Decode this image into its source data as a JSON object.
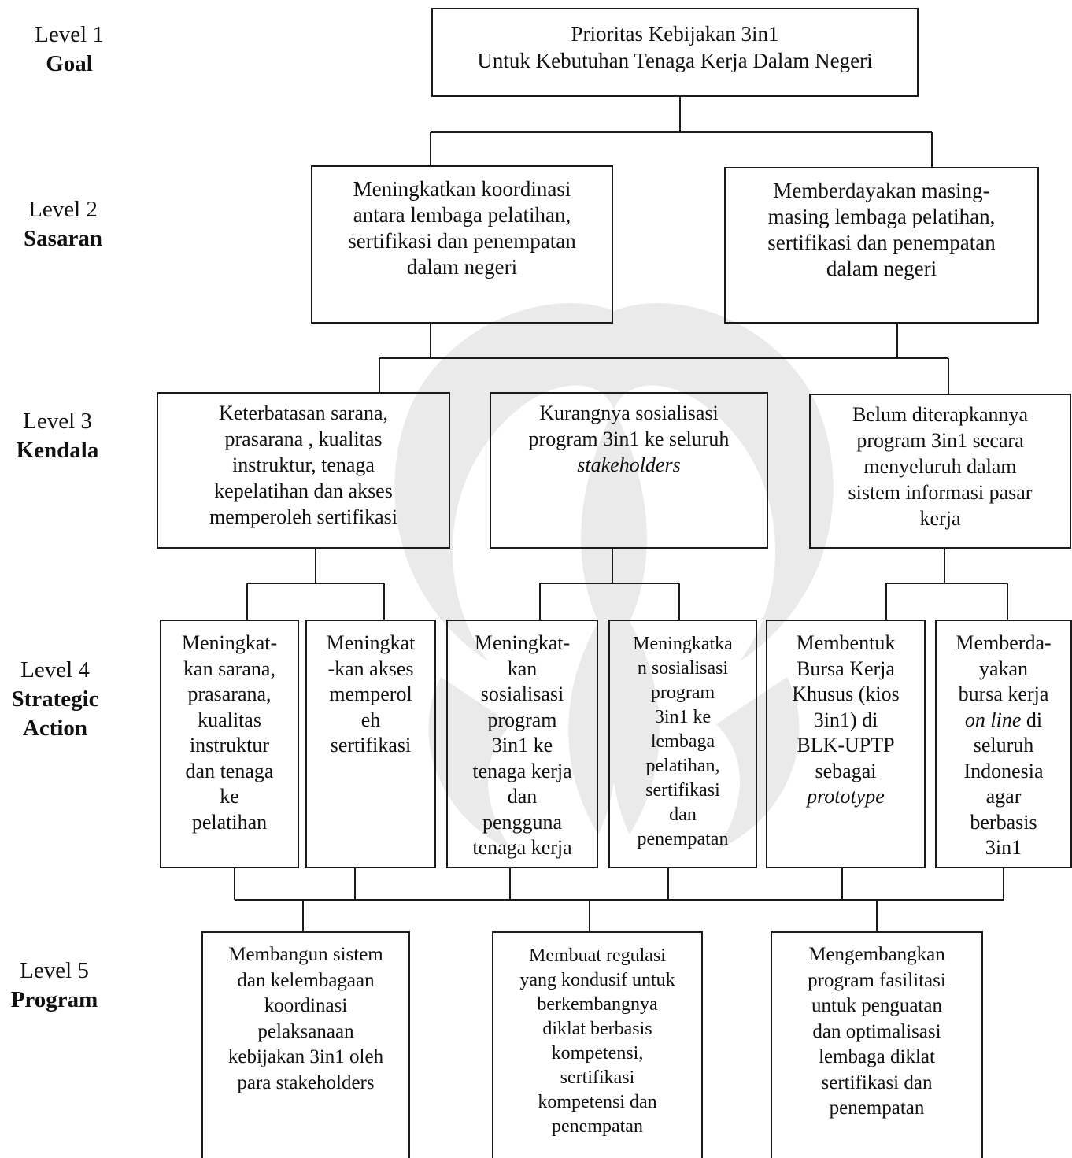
{
  "levels": [
    {
      "level": "Level 1",
      "name": "Goal"
    },
    {
      "level": "Level 2",
      "name": "Sasaran"
    },
    {
      "level": "Level 3",
      "name": "Kendala"
    },
    {
      "level": "Level 4",
      "name": [
        "Strategic",
        "Action"
      ]
    },
    {
      "level": "Level 5",
      "name": "Program"
    }
  ],
  "goal": {
    "lines": [
      "Prioritas Kebijakan 3in1",
      "Untuk Kebutuhan Tenaga Kerja Dalam Negeri"
    ]
  },
  "sasaran": [
    {
      "lines": [
        "Meningkatkan koordinasi",
        "antara lembaga pelatihan,",
        "sertifikasi dan penempatan",
        "dalam negeri"
      ]
    },
    {
      "lines": [
        "Memberdayakan masing-",
        "masing lembaga pelatihan,",
        "sertifikasi dan penempatan",
        "dalam negeri"
      ]
    }
  ],
  "kendala": [
    {
      "lines": [
        "Keterbatasan sarana,",
        "prasarana , kualitas",
        "instruktur, tenaga",
        "kepelatihan dan akses",
        "memperoleh sertifikasi"
      ]
    },
    {
      "lines": [
        "Kurangnya sosialisasi",
        "program 3in1 ke seluruh",
        "stakeholders"
      ]
    },
    {
      "lines": [
        "Belum diterapkannya",
        "program 3in1 secara",
        "menyeluruh dalam",
        "sistem informasi pasar",
        "kerja"
      ]
    }
  ],
  "strategic_action": [
    {
      "lines": [
        "Meningkat-",
        "kan sarana,",
        "prasarana,",
        "kualitas",
        "instruktur",
        "dan tenaga",
        "ke",
        "pelatihan"
      ]
    },
    {
      "lines": [
        "Meningkat",
        "-kan akses",
        "memperol",
        "eh",
        "sertifikasi"
      ]
    },
    {
      "lines": [
        "Meningkat-",
        "kan",
        "sosialisasi",
        "program",
        "3in1 ke",
        "tenaga kerja",
        "dan",
        "pengguna",
        "tenaga kerja"
      ]
    },
    {
      "lines": [
        "Meningkatka",
        "n sosialisasi",
        "program",
        "3in1 ke",
        "lembaga",
        "pelatihan,",
        "sertifikasi",
        "dan",
        "penempatan"
      ]
    },
    {
      "lines": [
        "Membentuk",
        "Bursa Kerja",
        "Khusus (kios",
        "3in1) di",
        "BLK-UPTP",
        "sebagai",
        "prototype"
      ]
    },
    {
      "lines": [
        "Memberda-",
        "yakan",
        "bursa kerja",
        "on line di",
        "seluruh",
        "Indonesia",
        "agar",
        "berbasis",
        "3in1"
      ]
    }
  ],
  "program": [
    {
      "lines": [
        "Membangun sistem",
        "dan kelembagaan",
        "koordinasi",
        "pelaksanaan",
        "kebijakan 3in1 oleh",
        "para stakeholders"
      ]
    },
    {
      "lines": [
        "Membuat regulasi",
        "yang kondusif untuk",
        "berkembangnya",
        "diklat berbasis",
        "kompetensi,",
        "sertifikasi",
        "kompetensi dan",
        "penempatan"
      ]
    },
    {
      "lines": [
        "Mengembangkan",
        "program fasilitasi",
        "untuk penguatan",
        "dan optimalisasi",
        "lembaga diklat",
        "sertifikasi dan",
        "penempatan"
      ]
    }
  ]
}
